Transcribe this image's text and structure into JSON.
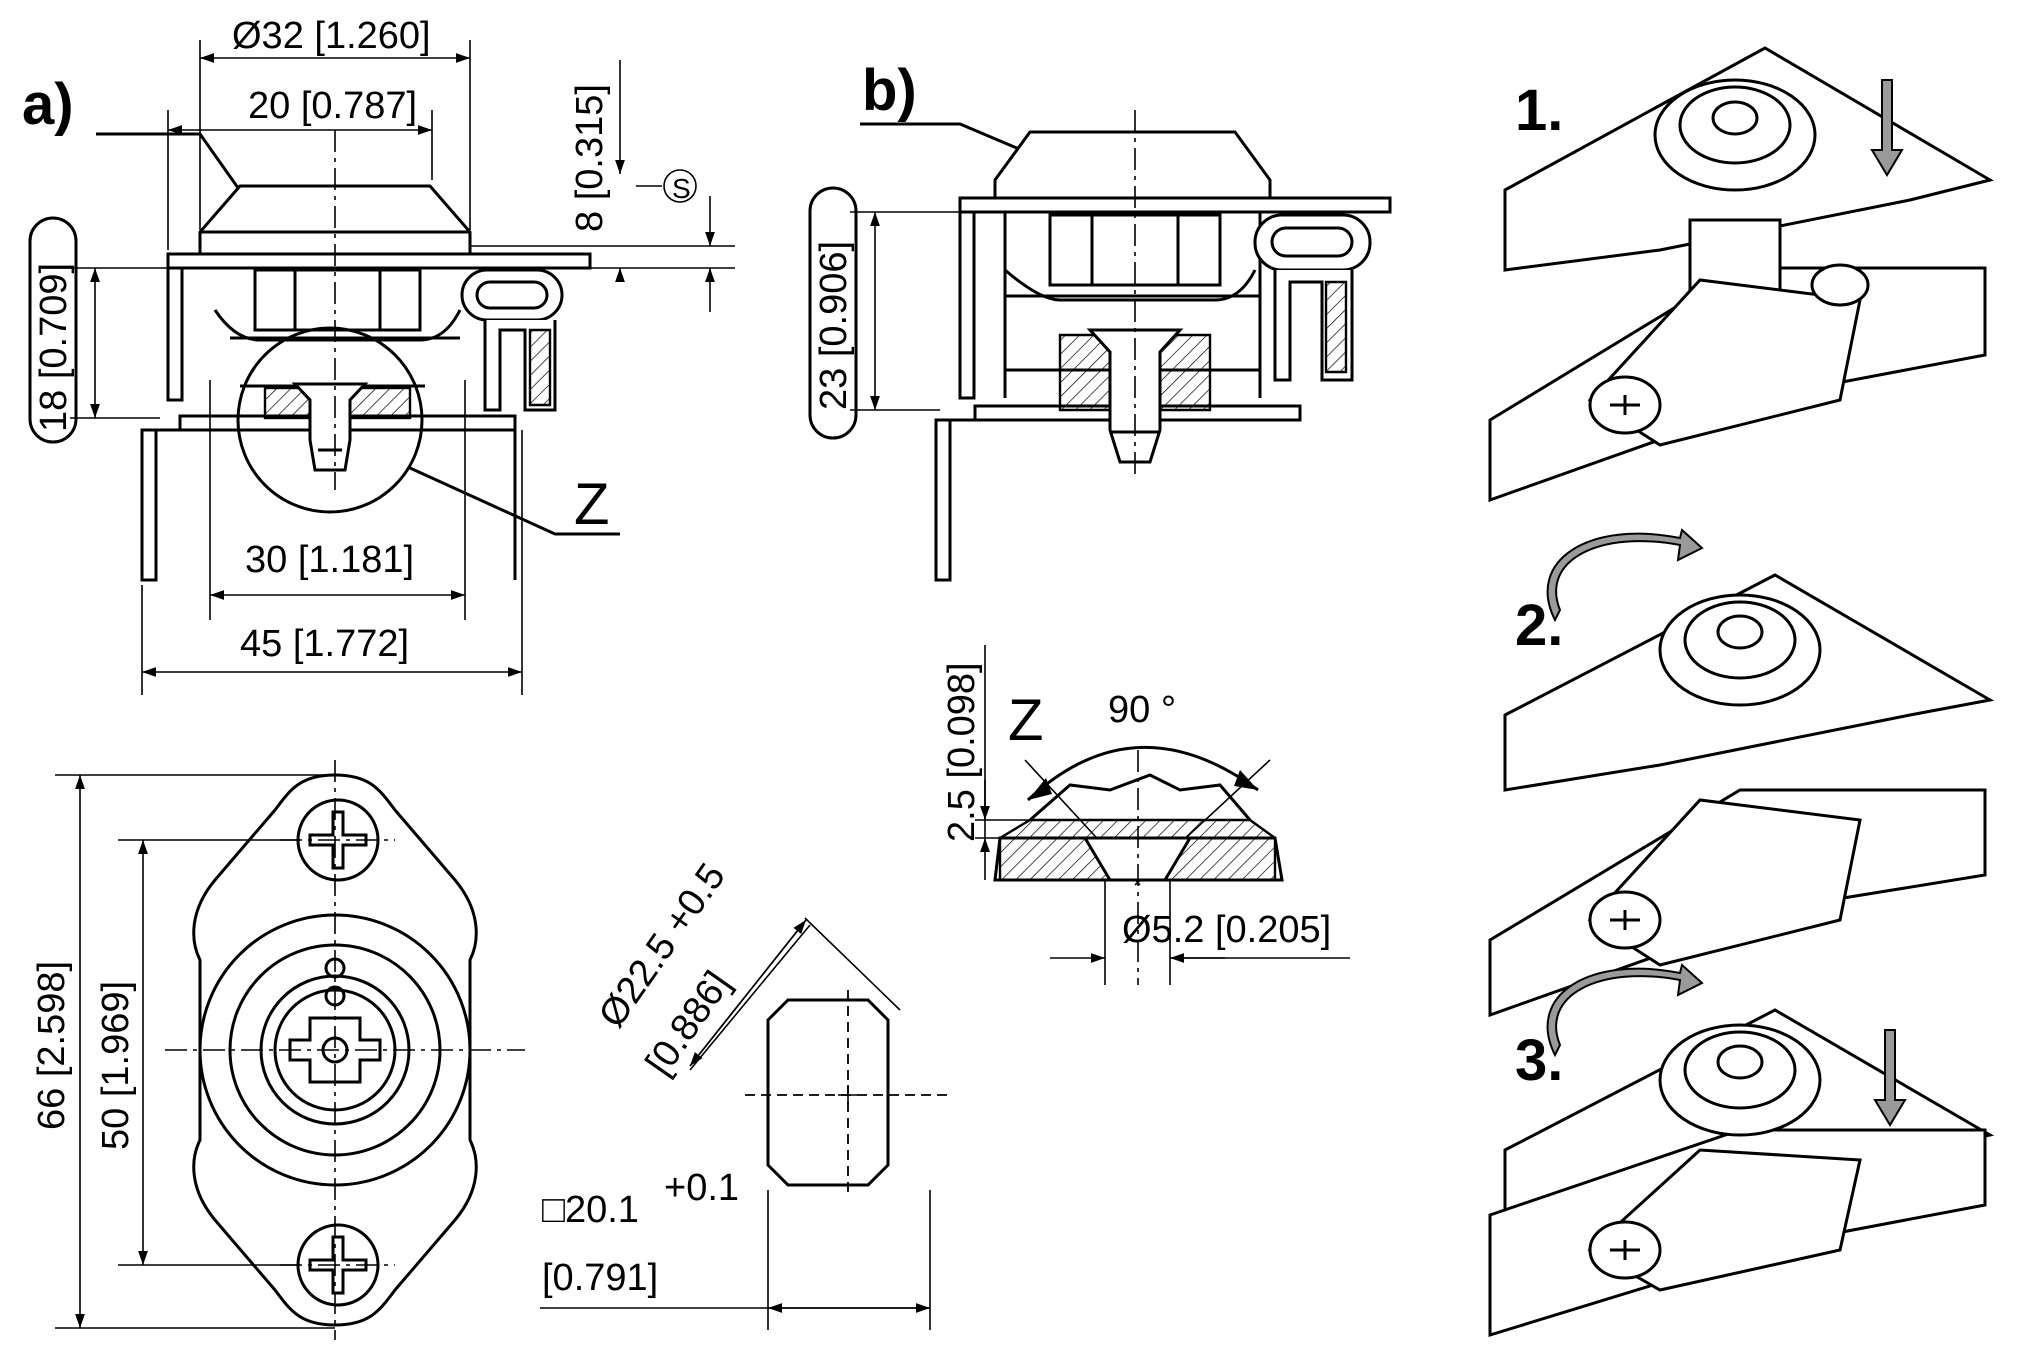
{
  "labels": {
    "view_a": "a)",
    "view_b": "b)",
    "detail_z": "Z",
    "detail_z_b": "Z",
    "seal_s": "S",
    "step_1": "1.",
    "step_2": "2.",
    "step_3": "3."
  },
  "dimensions": {
    "d32": "Ø32 [1.260]",
    "w20": "20 [0.787]",
    "h8": "8 [0.315]",
    "h18": "18 [0.709]",
    "w30": "30 [1.181]",
    "w45": "45 [1.772]",
    "h23": "23 [0.906]",
    "h66": "66 [2.598]",
    "h50": "50 [1.969]",
    "cut_d": "Ø22.5 +0.5",
    "cut_d_in": "[0.886]",
    "cut_sq": "□20.1",
    "cut_sq_tol": "+0.1",
    "cut_sq_in": "[0.791]",
    "z_h": "2.5 [0.098]",
    "z_angle": "90 °",
    "z_d": "Ø5.2 [0.205]"
  }
}
